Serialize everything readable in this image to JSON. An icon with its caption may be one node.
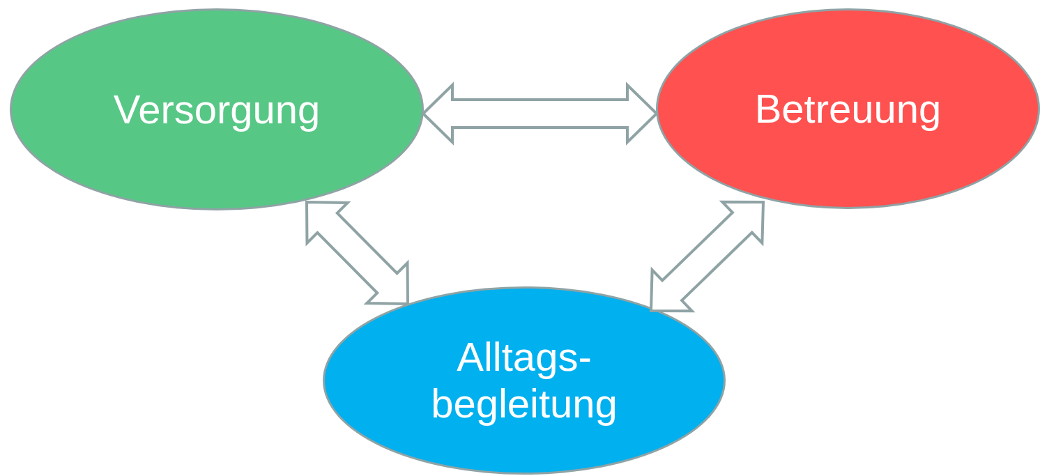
{
  "diagram": {
    "nodes": [
      {
        "text": [
          "Versorgung"
        ]
      },
      {
        "text": [
          "Betreuung"
        ]
      },
      {
        "text": [
          "Alltags- begleitung"
        ]
      }
    ],
    "edges": [
      {
        "from": 0,
        "to": 1,
        "arrow": "both"
      },
      {
        "from": 0,
        "to": 2,
        "arrow": "both"
      },
      {
        "from": 1,
        "to": 2,
        "arrow": "both"
      }
    ]
  }
}
